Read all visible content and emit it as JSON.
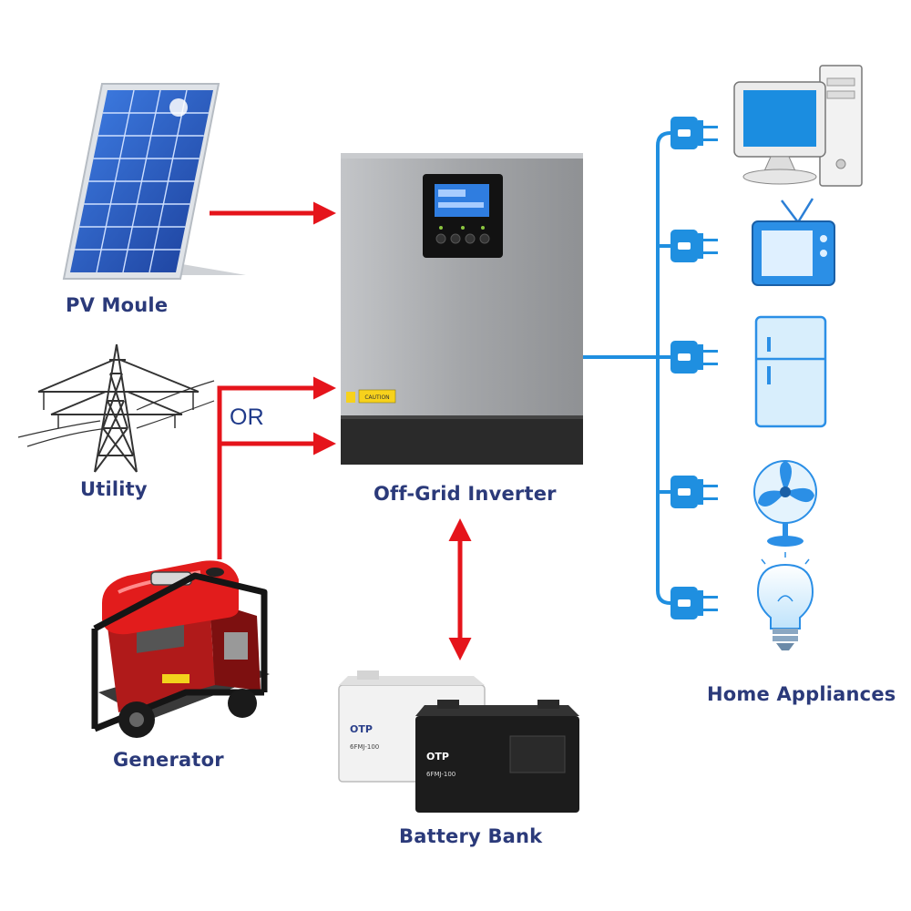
{
  "labels": {
    "pv_module": "PV Moule",
    "utility": "Utility",
    "or": "OR",
    "generator": "Generator",
    "inverter": "Off-Grid Inverter",
    "battery_bank": "Battery Bank",
    "home_appliances": "Home Appliances"
  },
  "inverter_device": {
    "caution_sticker": "CAUTION"
  },
  "batteries": {
    "front": {
      "brand": "OTP",
      "model": "6FMJ-100"
    },
    "back": {
      "brand": "OTP",
      "model": "6FMJ-100"
    }
  },
  "colors": {
    "power_flow_arrow": "#e5141b",
    "output_wiring": "#1f8fe0",
    "label_text": "#2b3a7a",
    "inverter_body": "#a9abae",
    "inverter_base": "#2a2a2a",
    "lcd_screen": "#2f7de0"
  },
  "icons": [
    "solar-panel-icon",
    "transmission-tower-icon",
    "generator-icon",
    "battery-icon",
    "computer-icon",
    "tv-icon",
    "refrigerator-icon",
    "fan-icon",
    "light-bulb-icon",
    "plug-icon"
  ]
}
